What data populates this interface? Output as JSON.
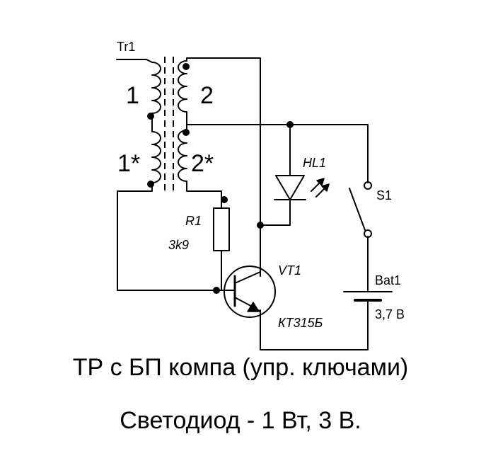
{
  "labels": {
    "transformer": "Tr1",
    "winding_1": "1",
    "winding_1_star": "1*",
    "winding_2": "2",
    "winding_2_star": "2*",
    "resistor_ref": "R1",
    "resistor_value": "3k9",
    "led_ref": "HL1",
    "switch_ref": "S1",
    "transistor_ref": "VT1",
    "transistor_type": "КТ315Б",
    "battery_ref": "Bat1",
    "battery_voltage": "3,7 В"
  },
  "caption": {
    "line1": "ТР с БП компа (упр. ключами)",
    "line2": "Светодиод - 1 Вт, 3 В."
  }
}
